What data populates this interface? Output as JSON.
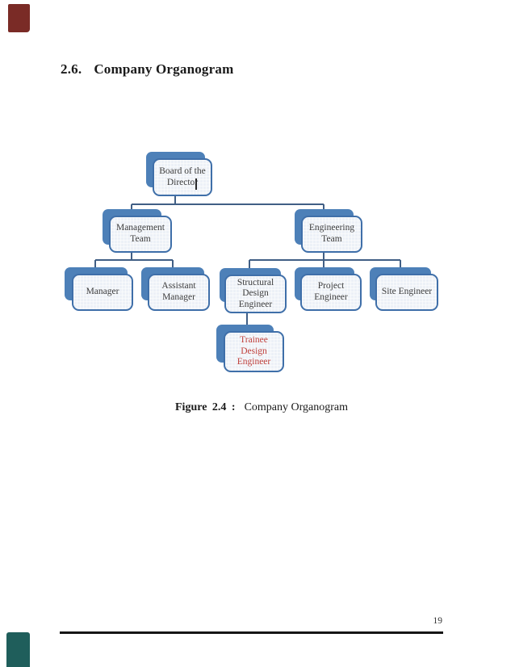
{
  "document": {
    "heading": {
      "number": "2.6.",
      "title": "Company Organogram"
    },
    "figure_caption": {
      "label": "Figure 2.4 :",
      "title": "Company Organogram"
    },
    "page_number": "19"
  },
  "organogram": {
    "nodes": {
      "board": {
        "label": "Board of the Director",
        "reports_to": null
      },
      "management_team": {
        "label": "Management Team",
        "reports_to": "board"
      },
      "engineering_team": {
        "label": "Engineering Team",
        "reports_to": "board"
      },
      "manager": {
        "label": "Manager",
        "reports_to": "management_team"
      },
      "assistant_manager": {
        "label": "Assistant Manager",
        "reports_to": "management_team"
      },
      "structural_design_engineer": {
        "label": "Structural Design Engineer",
        "reports_to": "engineering_team"
      },
      "project_engineer": {
        "label": "Project Engineer",
        "reports_to": "engineering_team"
      },
      "site_engineer": {
        "label": "Site Engineer",
        "reports_to": "engineering_team"
      },
      "trainee_design_engineer": {
        "label": "Trainee Design Engineer",
        "reports_to": "structural_design_engineer",
        "text_color": "#c0403c"
      }
    },
    "colors": {
      "node_back_fill": "#4d80b8",
      "node_border": "#3f6fa9",
      "node_front_fill": "#edf1f7",
      "connector": "#415f85",
      "default_text": "#3d3d3d",
      "trainee_text": "#c0403c"
    }
  },
  "scan_marks": {
    "top_left_color": "#7a2b26",
    "bottom_left_color": "#1f5e5b"
  }
}
